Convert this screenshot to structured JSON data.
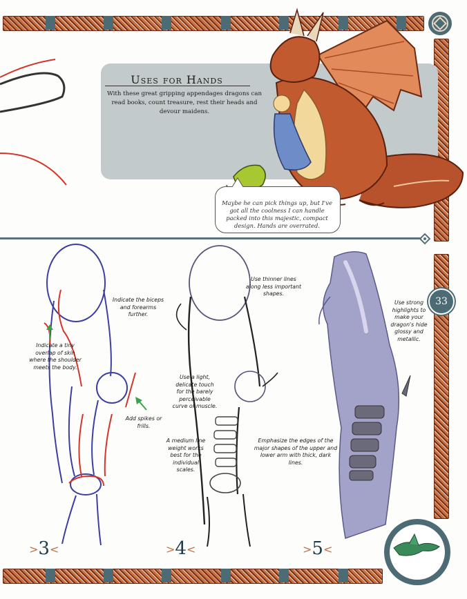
{
  "page_number": "33",
  "sidebar_box": {
    "title": "Uses for Hands",
    "text": "With these great gripping appendages dragons can read books, count treasure, rest their heads and devour maidens."
  },
  "speech_bubble": {
    "text": "Maybe he can pick things up, but I've got all the coolness I can handle packed into this majestic, compact design. Hands are overrated."
  },
  "steps": [
    {
      "number": "3",
      "notes": [
        "Indicate the biceps and forearms further.",
        "Indicate a tiny overlap of skin where the shoulder meets the body.",
        "Add spikes or frills."
      ]
    },
    {
      "number": "4",
      "notes": [
        "Use thinner lines along less important shapes.",
        "Use a light, delicate touch for the barely perceivable curve of muscle.",
        "A medium line weight works best for the individual scales.",
        "Emphasize the edges of the major shapes of the upper and lower arm with thick, dark lines."
      ]
    },
    {
      "number": "5",
      "notes": [
        "Use strong highlights to make your dragon's hide glossy and metallic."
      ]
    }
  ],
  "colors": {
    "border_copper": "#b2562e",
    "teal": "#4d6b75",
    "panel_gray": "#c3cacb",
    "step_number": "#1f3c4a",
    "chevron": "#c46a39",
    "sketch_blue": "#3a3fa0",
    "sketch_red": "#d6342a",
    "arrow_green": "#3aa34a",
    "arm_lavender": "#a3a2c8"
  },
  "icons": [
    "celtic-knot-icon",
    "dragon-emblem-icon",
    "arrow-icon"
  ]
}
